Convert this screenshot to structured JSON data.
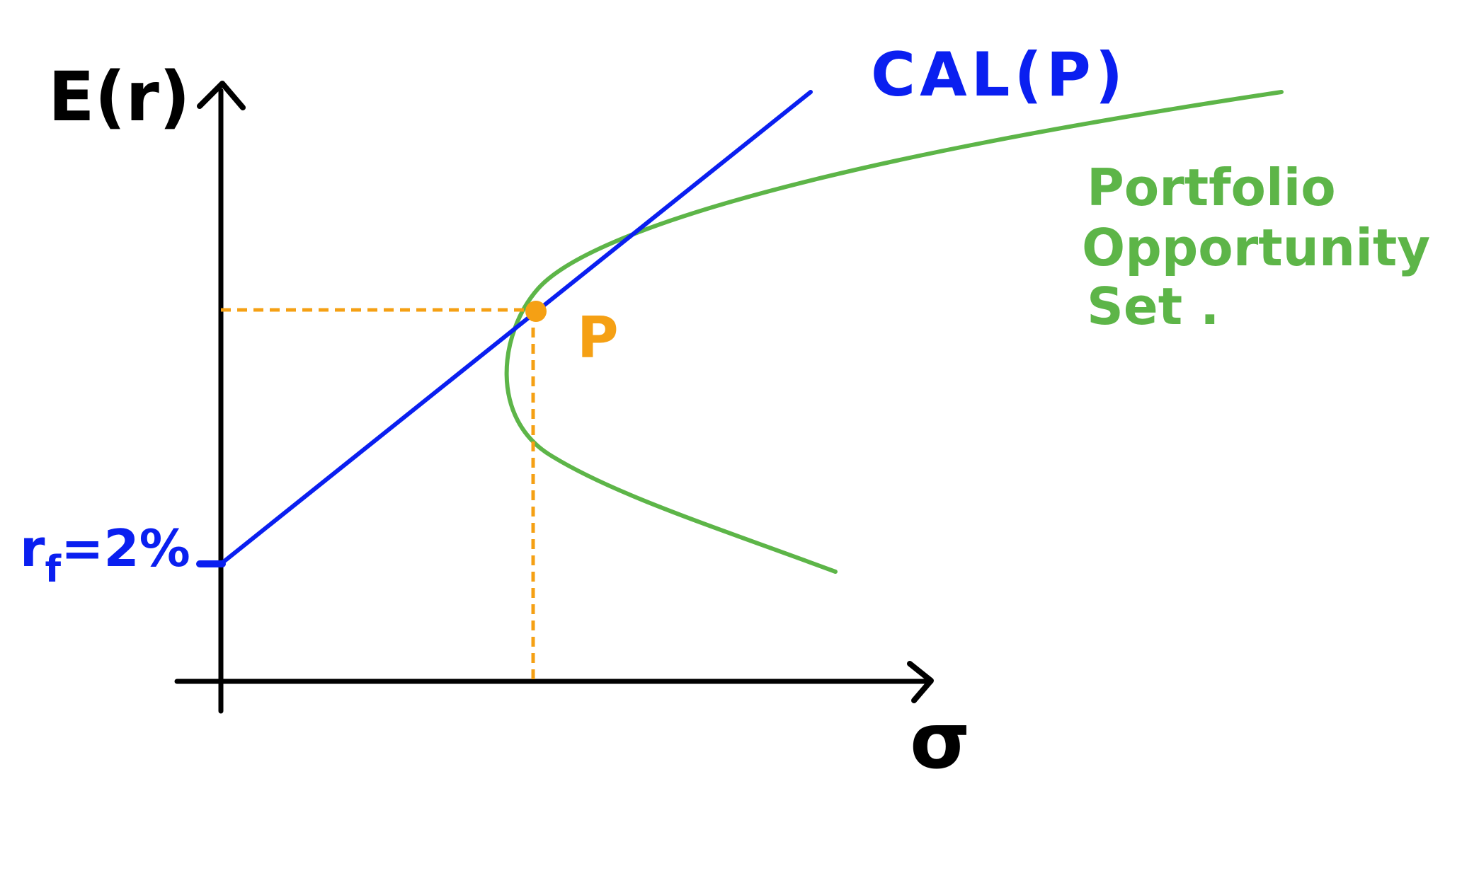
{
  "diagram": {
    "axes": {
      "y_label": "E(r)",
      "x_label": "σ"
    },
    "labels": {
      "cal": "CAL(P)",
      "risk_free": "r",
      "risk_free_subscript": "f",
      "risk_free_value": "=2%",
      "point": "P",
      "opportunity_set_line1": "Portfolio",
      "opportunity_set_line2": "Opportunity",
      "opportunity_set_line3": "Set ."
    },
    "colors": {
      "axes": "#000000",
      "cal": "#0a1ff0",
      "opportunity_set": "#5db548",
      "point": "#f5a014",
      "guides": "#f5a014"
    },
    "elements": {
      "cal_line": "capital allocation line from risk-free rate tangent to opportunity set",
      "opportunity_set": "hyperbola-shaped efficient frontier",
      "tangency_point": "optimal risky portfolio P"
    }
  }
}
